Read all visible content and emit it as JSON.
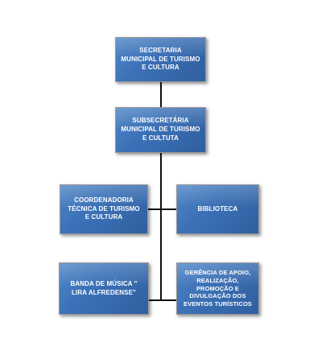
{
  "org_chart": {
    "nodes": {
      "secretaria": "SECRETARIA MUNICIPAL DE TURISMO E CULTURA",
      "subsecretaria": "SUBSECRETÁRIA MUNICIPAL DE TURISMO E CULTUTA",
      "coordenadoria": "COORDENADORIA TÉCNICA DE TURISMO E CULTURA",
      "biblioteca": "BIBLIOTECA",
      "banda": "BANDA DE MÚSICA \" LIRA ALFREDENSE\"",
      "gerencia": "GERÊNCIA DE APOIO, REALIZAÇÃO, PROMOÇÃO E DIVULGAÇÃO DOS EVENTOS TURÍSTICOS"
    },
    "edges": [
      [
        "secretaria",
        "subsecretaria"
      ],
      [
        "subsecretaria",
        "coordenadoria"
      ],
      [
        "subsecretaria",
        "biblioteca"
      ],
      [
        "subsecretaria",
        "banda"
      ],
      [
        "subsecretaria",
        "gerencia"
      ]
    ],
    "colors": {
      "box_fill": "#3d72b8",
      "box_text": "#ffffff",
      "connector": "#0f0f0f"
    }
  }
}
